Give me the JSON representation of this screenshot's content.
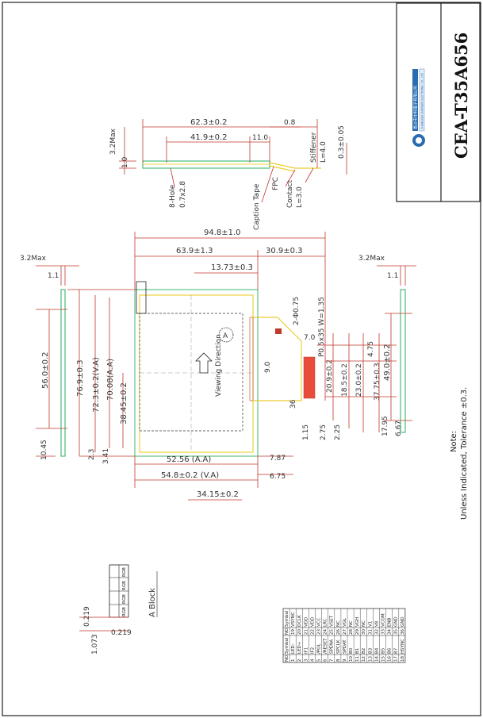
{
  "title_block": {
    "model": "CEA-T35A656",
    "company_line1": "長沙市中科電子有限公司",
    "company_line2": "CHANGSHA ZHONGKE ELECTRONIC CO., LTD"
  },
  "top_view": {
    "dim_total": "62.3±0.2",
    "dim_inner": "41.9±0.2",
    "dim_a": "11.0",
    "dim_b": "0.8",
    "dim_thickness_max": "3.2Max",
    "dim_thickness": "1.0",
    "dim_right": "0.3±0.05",
    "label_hole": "8-Hole",
    "label_hole_size": "0.7x2.8",
    "label_caption": "Caption Tape",
    "label_fpc": "FPC",
    "label_contact": "Contact",
    "label_contact_l": "L=3.0",
    "label_stiffener": "Stiffener",
    "label_stiffener_l": "L=4.0"
  },
  "main_view": {
    "dim_total_w": "94.8±1.0",
    "dim_panel_w": "63.9±1.3",
    "dim_fpc_w": "30.9±0.3",
    "dim_13": "13.73±0.3",
    "dim_hole": "2-Φ0.75",
    "dim_pitch": "P0.5x35 W=1.35",
    "dim_7": "7.0",
    "dim_9": "9.0",
    "dim_2075": "4.75",
    "dim_209": "20.9±0.2",
    "dim_185": "18.5±0.2",
    "dim_230": "23.0±0.2",
    "dim_3775": "37.75±0.3",
    "dim_pin36": "36",
    "dim_h1": "76.9±0.3",
    "dim_h2": "72.3±0.2(V.A)",
    "dim_h3": "70.08(A.A)",
    "dim_h4": "38.45±0.2",
    "dim_h5": "56.0±0.2",
    "dim_side_max": "3.2Max",
    "dim_side_1": "1.1",
    "dim_10": "10.45",
    "dim_23": "2.3",
    "dim_341": "3.41",
    "dim_115": "1.15",
    "dim_275": "2.75",
    "dim_225": "2.25",
    "dim_1795": "17.95",
    "dim_667": "6.67",
    "dim_aa_w": "52.56 (A.A)",
    "dim_va_w": "54.8±0.2 (V.A)",
    "dim_787": "7.87",
    "dim_675": "6.75",
    "dim_3415": "34.15±0.2",
    "label_view": "Viewing Direction",
    "label_a": "A",
    "right_max": "3.2Max",
    "right_1": "1.1",
    "right_49": "49.0±0.2"
  },
  "note": {
    "line1": "Note:",
    "line2": "Unless Indicated, Tolerance ±0.3."
  },
  "a_block": {
    "label": "A Block",
    "d1": "0.219",
    "d2": "1.073",
    "d3": "0.219",
    "cells": [
      "RGB",
      "RGB",
      "RGB",
      "RGB"
    ]
  },
  "pin_table": {
    "header": [
      "NO.",
      "Symbol",
      "NO.",
      "Symbol"
    ],
    "rows": [
      [
        "1",
        "LED-",
        "19",
        "VSYNC"
      ],
      [
        "2",
        "LED+",
        "20",
        "DCLK"
      ],
      [
        "3",
        "IF1",
        "21",
        "VDD"
      ],
      [
        "4",
        "IF2",
        "22",
        "VDD"
      ],
      [
        "5",
        "/POL",
        "23",
        "VCC"
      ],
      [
        "6",
        "/RESET",
        "24",
        "LRC"
      ],
      [
        "7",
        "SPENA",
        "25",
        "VSET"
      ],
      [
        "8",
        "SPCLK",
        "26",
        "NC"
      ],
      [
        "9",
        "SPDAT",
        "27",
        "VGL"
      ],
      [
        "10",
        "B0",
        "28",
        "NC"
      ],
      [
        "11",
        "B1",
        "29",
        "VGH"
      ],
      [
        "12",
        "B2",
        "30",
        "NC"
      ],
      [
        "13",
        "B3",
        "31",
        "V1"
      ],
      [
        "14",
        "B4",
        "32",
        "V8"
      ],
      [
        "15",
        "B5",
        "33",
        "VCOM"
      ],
      [
        "16",
        "B6",
        "34",
        "ENB"
      ],
      [
        "17",
        "B7",
        "35",
        "GND"
      ],
      [
        "18",
        "HSYNC",
        "36",
        "GND"
      ]
    ]
  }
}
